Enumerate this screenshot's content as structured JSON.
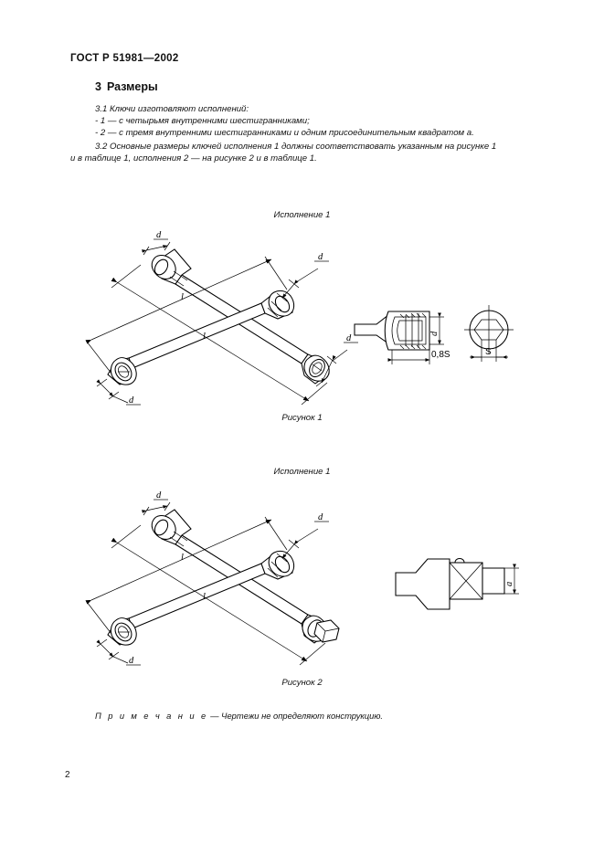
{
  "document": {
    "standard_header": "ГОСТ Р 51981—2002",
    "page_number": "2"
  },
  "section": {
    "number": "3",
    "title": "Размеры"
  },
  "paragraphs": [
    "3.1  Ключи изготовляют исполнений:",
    "- 1 — с четырьмя внутренними шестигранниками;",
    "- 2 — с тремя внутренними шестигранниками и одним присоединительным квадратом a.",
    "3.2  Основные размеры ключей исполнения 1 должны соответствовать указанным на рисунке 1",
    "и в таблице 1, исполнения 2 — на рисунке 2 и в таблице 1."
  ],
  "figure1": {
    "title": "Исполнение 1",
    "caption": "Рисунок 1",
    "dimension_labels": [
      "d",
      "d",
      "d",
      "d",
      "l",
      "l"
    ],
    "detail_labels": [
      "d",
      "0,8S",
      "S"
    ]
  },
  "figure2": {
    "title": "Исполнение 1",
    "caption": "Рисунок 2",
    "dimension_labels": [
      "d",
      "d",
      "d",
      "l",
      "l"
    ],
    "detail_labels": [
      "a"
    ]
  },
  "note": {
    "label": "П р и м е ч а н и е",
    "dash": " — ",
    "text": "Чертежи не определяют конструкцию."
  }
}
